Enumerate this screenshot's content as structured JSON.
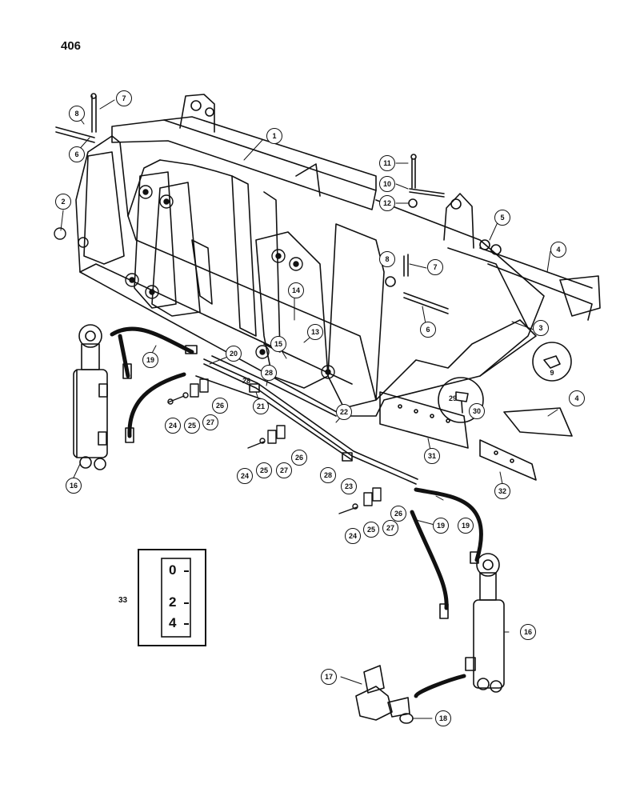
{
  "page_number": "406",
  "callouts": {
    "c1": "1",
    "c2": "2",
    "c3": "3",
    "c4": "4",
    "c4b": "4",
    "c5": "5",
    "c6a": "6",
    "c6b": "6",
    "c7a": "7",
    "c7b": "7",
    "c8a": "8",
    "c8b": "8",
    "c9": "9",
    "c10": "10",
    "c11": "11",
    "c12": "12",
    "c13": "13",
    "c14": "14",
    "c15": "15",
    "c16a": "16",
    "c16b": "16",
    "c17": "17",
    "c18": "18",
    "c19a": "19",
    "c19b": "19",
    "c19c": "19",
    "c20": "20",
    "c21": "21",
    "c22": "22",
    "c23": "23",
    "c24a": "24",
    "c24b": "24",
    "c24c": "24",
    "c25a": "25",
    "c25b": "25",
    "c25c": "25",
    "c26a": "26",
    "c26b": "26",
    "c26c": "26",
    "c27a": "27",
    "c27b": "27",
    "c27c": "27",
    "c28a": "28",
    "c28b": "28",
    "c28c": "28",
    "c29": "29",
    "c30": "30",
    "c31": "31",
    "c32": "32"
  },
  "gauge": {
    "label": "33",
    "values": [
      "0",
      "2",
      "4"
    ]
  }
}
